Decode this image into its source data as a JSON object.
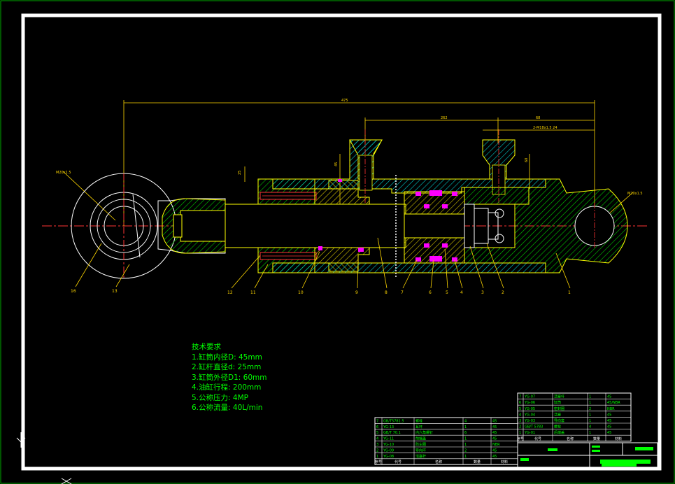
{
  "dimensions": {
    "overall_length": "475",
    "port_spacing": "262",
    "end_offset": "68",
    "thread_note": "2-M18x1.5  24",
    "left_eye_note": "M20x1.5",
    "right_eye_note": "M20x1.5",
    "rod_dim": "25",
    "bore_dim": "45",
    "outer_dim": "60"
  },
  "part_callouts": [
    "16",
    "13",
    "12",
    "11",
    "10",
    "9",
    "8",
    "7",
    "6",
    "5",
    "4",
    "3",
    "2",
    "1"
  ],
  "tech_requirements": {
    "title": "技术要求",
    "items": [
      "1.缸筒内径D: 45mm",
      "2.缸杆直径d: 25mm",
      "3.缸筒外径D1: 60mm",
      "4.油缸行程: 200mm",
      "5.公称压力: 4MP",
      "6.公称流量: 40L/min"
    ]
  },
  "bom_right": {
    "rows": [
      {
        "code": "YG-07",
        "name": "活塞杆",
        "qty": "1",
        "mat": "45"
      },
      {
        "code": "YG-06",
        "name": "缸筒",
        "qty": "1",
        "mat": "45/NBR"
      },
      {
        "code": "YG-05",
        "name": "密封圈",
        "qty": "2",
        "mat": "NBR"
      },
      {
        "code": "YG-04",
        "name": "活塞",
        "qty": "1",
        "mat": "45"
      },
      {
        "code": "YG-03",
        "name": "导向套",
        "qty": "1",
        "mat": "45"
      },
      {
        "code": "GB/T 5783",
        "name": "螺栓",
        "qty": "4",
        "mat": "45"
      },
      {
        "code": "YG-01",
        "name": "后端盖",
        "qty": "1",
        "mat": "45"
      }
    ],
    "header": [
      "序号",
      "代号",
      "名称",
      "数量",
      "材料"
    ]
  },
  "bom_left": {
    "rows": [
      {
        "code": "GB/T5781.5",
        "name": "螺栓",
        "qty": "4",
        "mat": "45"
      },
      {
        "code": "YG-13",
        "name": "耳环",
        "qty": "1",
        "mat": "45"
      },
      {
        "code": "GB/T 70.1",
        "name": "内六角螺钉",
        "qty": "6",
        "mat": "45"
      },
      {
        "code": "YG-11",
        "name": "前端盖",
        "qty": "1",
        "mat": "45"
      },
      {
        "code": "YG-10",
        "name": "防尘圈",
        "qty": "1",
        "mat": "NBR"
      },
      {
        "code": "YG-09",
        "name": "导向环",
        "qty": "2",
        "mat": "45"
      },
      {
        "code": "YG-08",
        "name": "活塞杆",
        "qty": "1",
        "mat": "45"
      }
    ],
    "header": [
      "序号",
      "代号",
      "名称",
      "数量",
      "材料"
    ]
  },
  "colors": {
    "outline": "#ffff00",
    "hatch_cyan": "#00cccc",
    "hatch_yellow": "#d4c400",
    "hatch_green": "#00cc00",
    "seal": "#ff00ff",
    "centerline": "#ff3333",
    "dimension": "#ffd700",
    "text_green": "#00ff00",
    "frame": "#ffffff",
    "border": "#00aa00"
  }
}
